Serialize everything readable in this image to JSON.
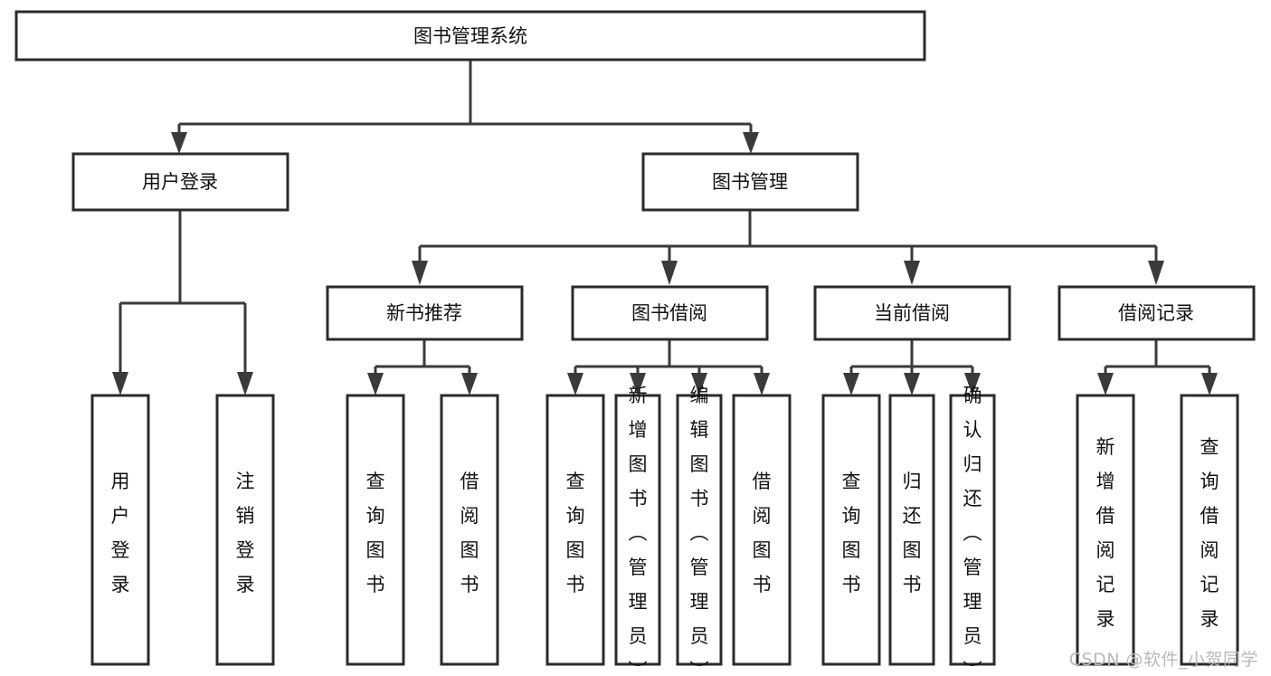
{
  "diagram": {
    "title": "图书管理系统",
    "watermark": "CSDN @软件_小贺同学",
    "colors": {
      "box_fill": "#ffffff",
      "box_stroke": "#2b2b2b",
      "connector": "#3a3a3a",
      "text": "#111111",
      "watermark": "#b9b9b9",
      "background": "#ffffff"
    }
  },
  "chart_data": {
    "type": "diagram",
    "subtype": "tree-hierarchy",
    "title": "图书管理系统",
    "orientation": "top-down",
    "levels": 4,
    "root": {
      "id": "root",
      "label": "图书管理系统"
    },
    "level2": [
      {
        "id": "user-login",
        "label": "用户登录"
      },
      {
        "id": "book-manage",
        "label": "图书管理"
      }
    ],
    "level3": [
      {
        "id": "new-book-rec",
        "label": "新书推荐",
        "parent": "book-manage"
      },
      {
        "id": "book-borrow",
        "label": "图书借阅",
        "parent": "book-manage"
      },
      {
        "id": "current-borrow",
        "label": "当前借阅",
        "parent": "book-manage"
      },
      {
        "id": "borrow-record",
        "label": "借阅记录",
        "parent": "book-manage"
      }
    ],
    "leaves": [
      {
        "id": "leaf-user-login",
        "label": "用户登录",
        "parent": "user-login"
      },
      {
        "id": "leaf-logout",
        "label": "注销登录",
        "parent": "user-login"
      },
      {
        "id": "leaf-query-book-1",
        "label": "查询图书",
        "parent": "new-book-rec"
      },
      {
        "id": "leaf-borrow-book-1",
        "label": "借阅图书",
        "parent": "new-book-rec"
      },
      {
        "id": "leaf-query-book-2",
        "label": "查询图书",
        "parent": "book-borrow"
      },
      {
        "id": "leaf-add-book",
        "label": "新增图书（管理员）",
        "parent": "book-borrow"
      },
      {
        "id": "leaf-edit-book",
        "label": "编辑图书（管理员）",
        "parent": "book-borrow"
      },
      {
        "id": "leaf-borrow-book-2",
        "label": "借阅图书",
        "parent": "book-borrow"
      },
      {
        "id": "leaf-query-book-3",
        "label": "查询图书",
        "parent": "current-borrow"
      },
      {
        "id": "leaf-return-book",
        "label": "归还图书",
        "parent": "current-borrow"
      },
      {
        "id": "leaf-confirm-return",
        "label": "确认归还（管理员）",
        "parent": "current-borrow"
      },
      {
        "id": "leaf-add-record",
        "label": "新增借阅记录",
        "parent": "borrow-record"
      },
      {
        "id": "leaf-query-record",
        "label": "查询借阅记录",
        "parent": "borrow-record"
      }
    ]
  }
}
